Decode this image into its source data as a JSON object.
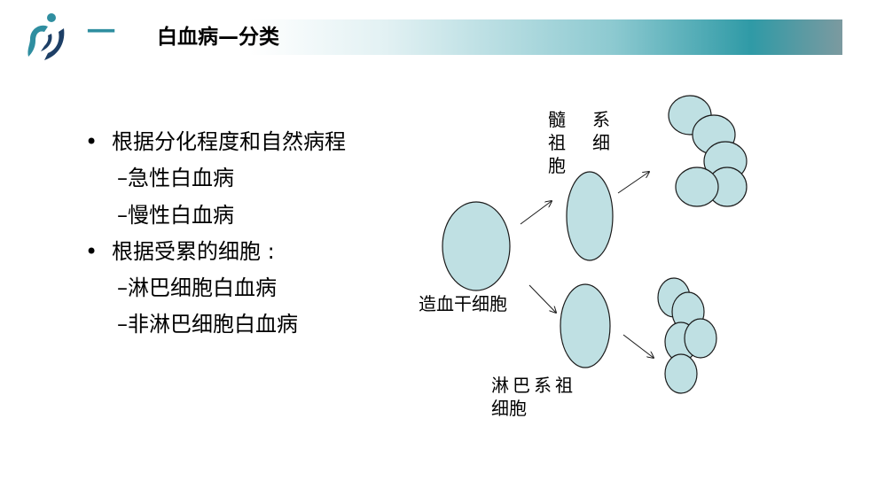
{
  "header": {
    "dash": "一",
    "title": "白血病—分类"
  },
  "outline": [
    {
      "level": 1,
      "bullet": "•",
      "text": "根据分化程度和自然病程"
    },
    {
      "level": 2,
      "bullet": "",
      "text": "–急性白血病"
    },
    {
      "level": 2,
      "bullet": "",
      "text": "–慢性白血病"
    },
    {
      "level": 1,
      "bullet": "•",
      "text": "根据受累的细胞 :"
    },
    {
      "level": 2,
      "bullet": "",
      "text": "–淋巴细胞白血病"
    },
    {
      "level": 2,
      "bullet": "",
      "text": "–非淋巴细胞白血病"
    }
  ],
  "diagram": {
    "stem_cell_label": "造血干细胞",
    "myeloid_col1": "髓祖胞",
    "myeloid_col2": "系细",
    "lymphoid_line1": "淋巴系祖",
    "lymphoid_line2": "细胞",
    "cell_fill": "#bfe0e3",
    "cell_stroke": "#1a1a1a"
  },
  "colors": {
    "brand_teal": "#2f8ea0",
    "brand_dark": "#1d3f66"
  }
}
